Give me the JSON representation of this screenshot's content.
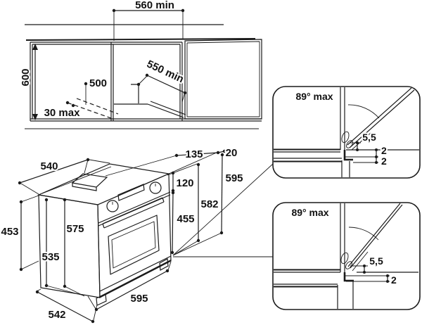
{
  "title": "Built-in oven installation dimensions diagram",
  "colors": {
    "line": "#1a1a1a",
    "background": "#ffffff"
  },
  "cabinet_section": {
    "niche_width": "560 min",
    "cabinet_height": "600",
    "rear_clearance": "500",
    "rear_protrusion": "30 max",
    "niche_depth": "550 min"
  },
  "oven": {
    "top_width": "540",
    "rear_height": "453",
    "front_height": "575",
    "body_height": "535",
    "bottom_width": "542",
    "front_width": "595",
    "top_depth": "135",
    "top_offset": "20",
    "control_panel_height": "120",
    "overall_height": "595",
    "door_top_height": "582",
    "door_height": "455"
  },
  "detail_top": {
    "door_angle": "89° max",
    "door_gap": "5,5",
    "gap_1": "2",
    "gap_2": "2"
  },
  "detail_bottom": {
    "door_angle": "89° max",
    "door_gap": "5,5",
    "gap_1": "2"
  }
}
